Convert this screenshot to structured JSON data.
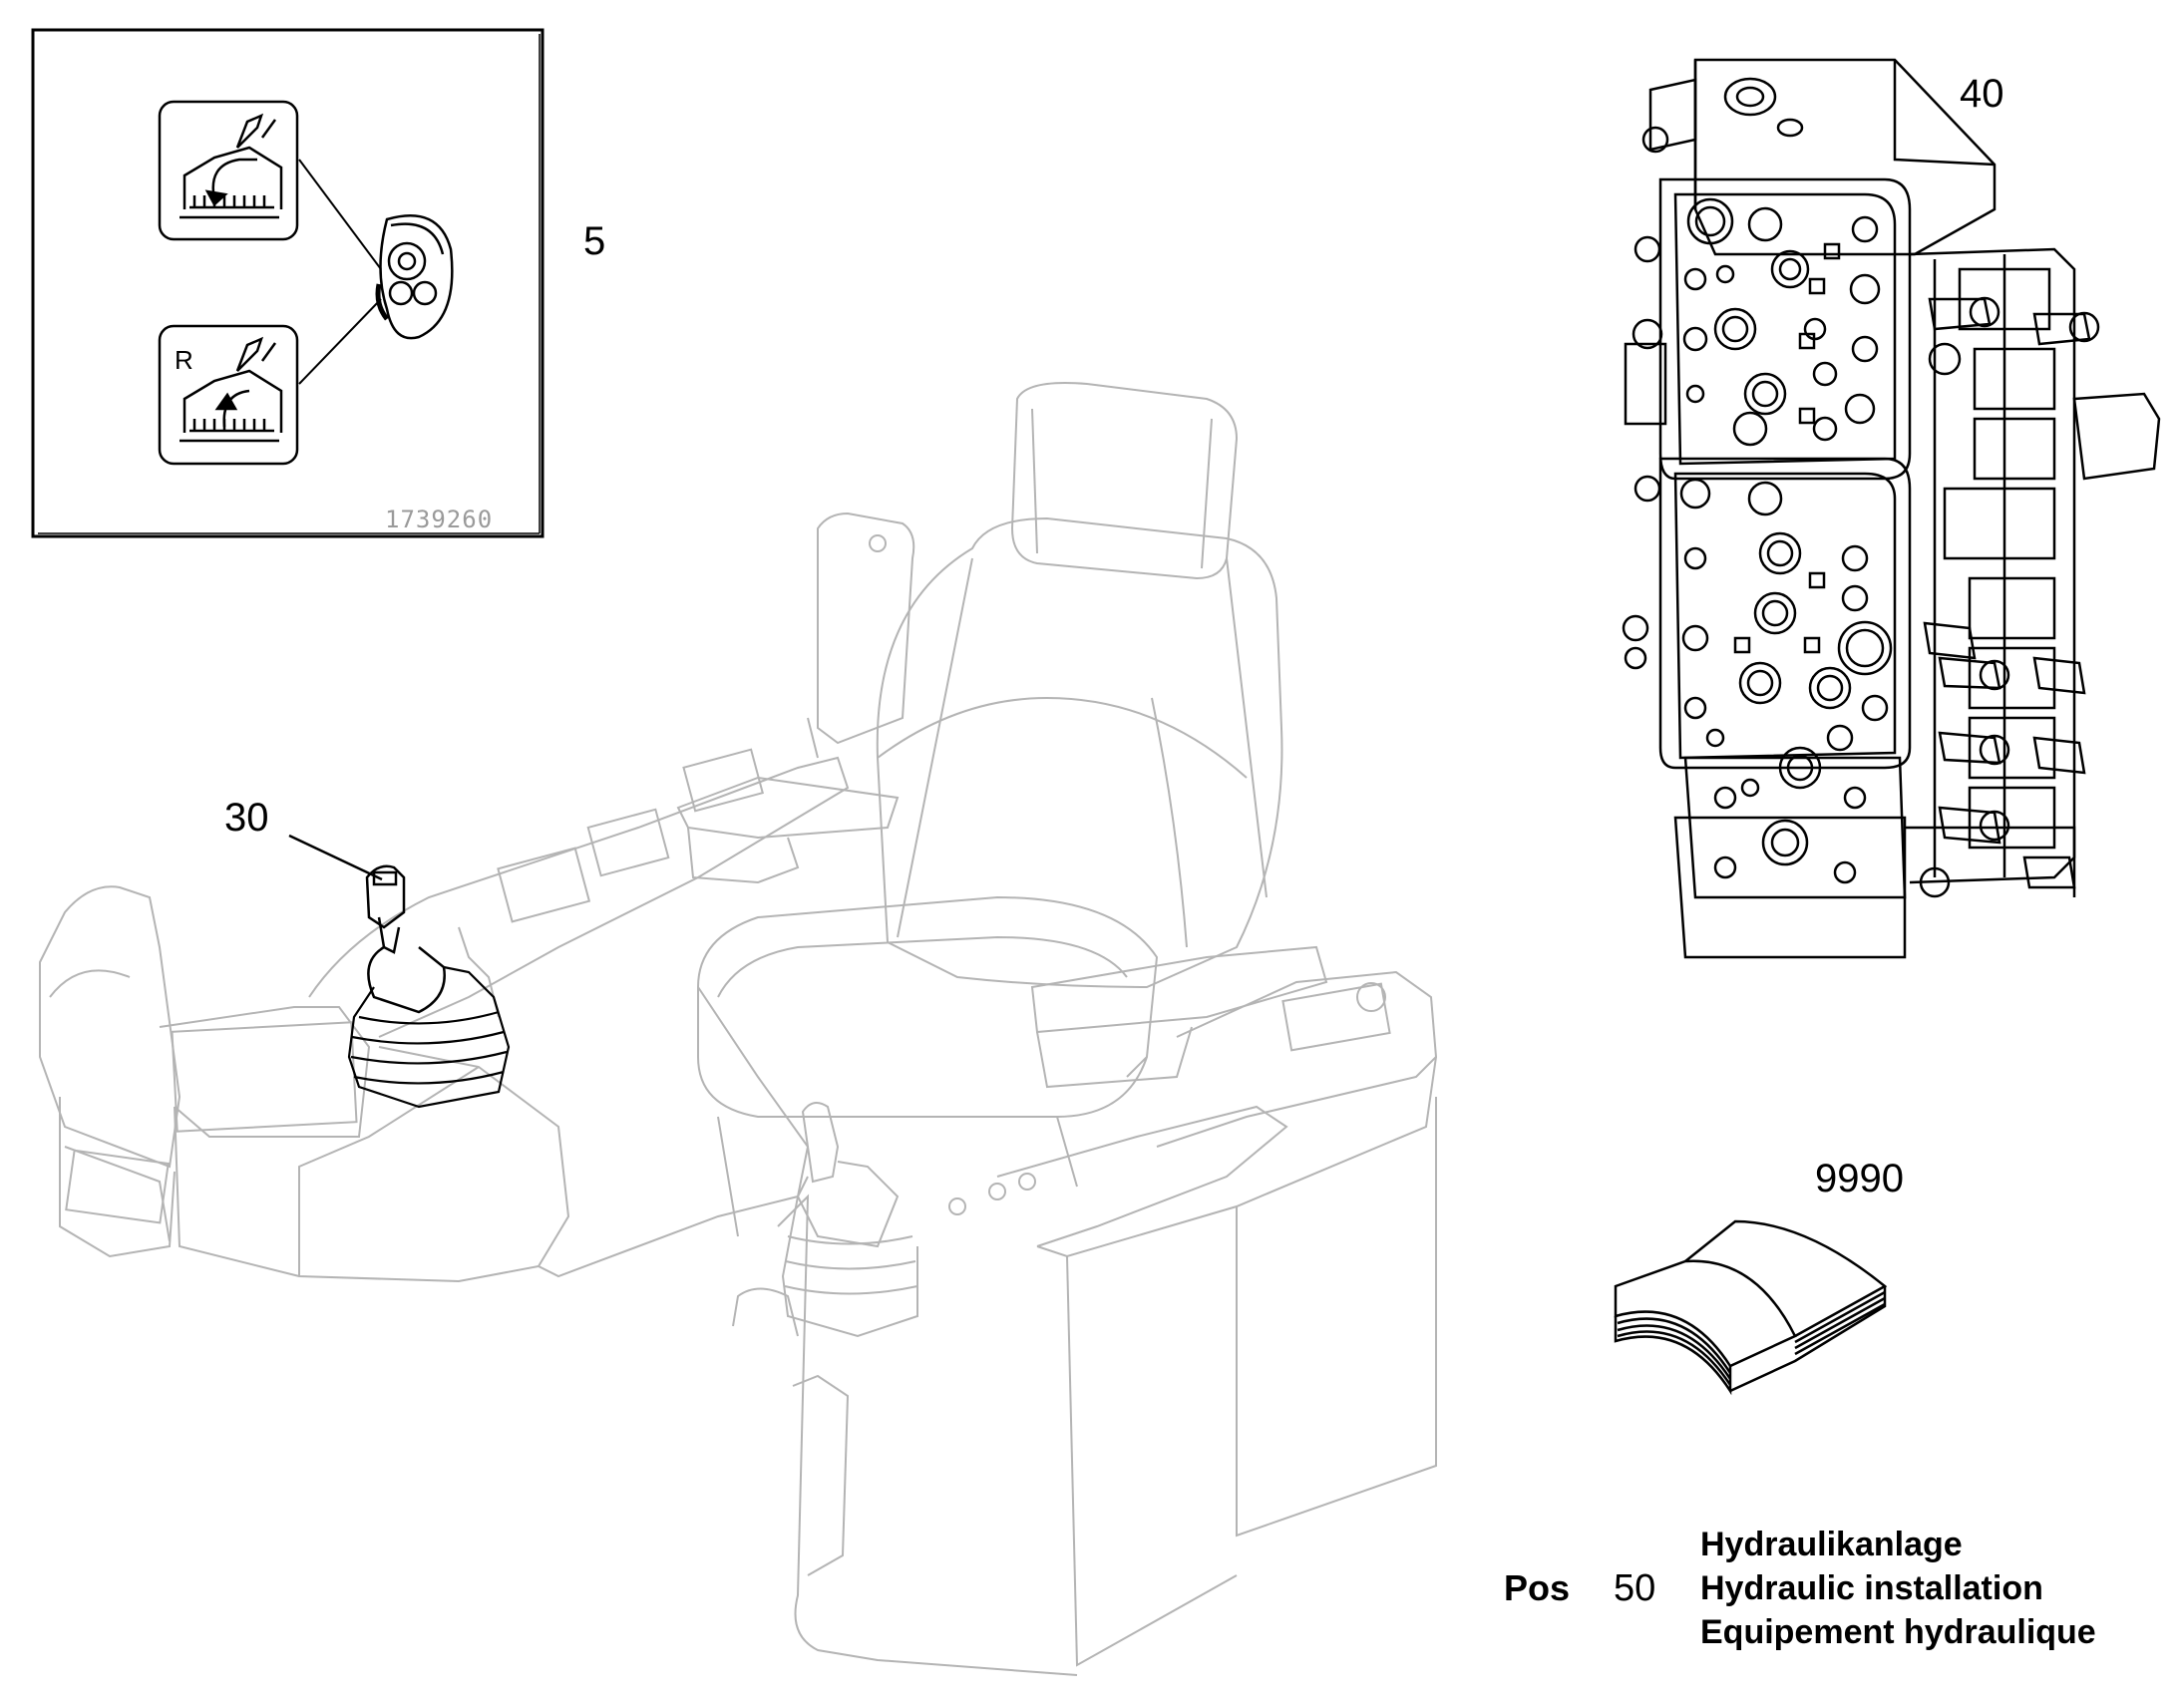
{
  "inset": {
    "drawing_code": "1739260"
  },
  "callouts": {
    "p5": "5",
    "p30": "30",
    "p40": "40",
    "p9990": "9990"
  },
  "title_block": {
    "pos_label": "Pos",
    "pos_number": "50",
    "titles": [
      "Hydraulikanlage",
      "Hydraulic installation",
      "Equipement hydraulique"
    ]
  },
  "colors": {
    "line": "#000000",
    "faded_line": "#b4b4b4",
    "background": "#ffffff"
  }
}
